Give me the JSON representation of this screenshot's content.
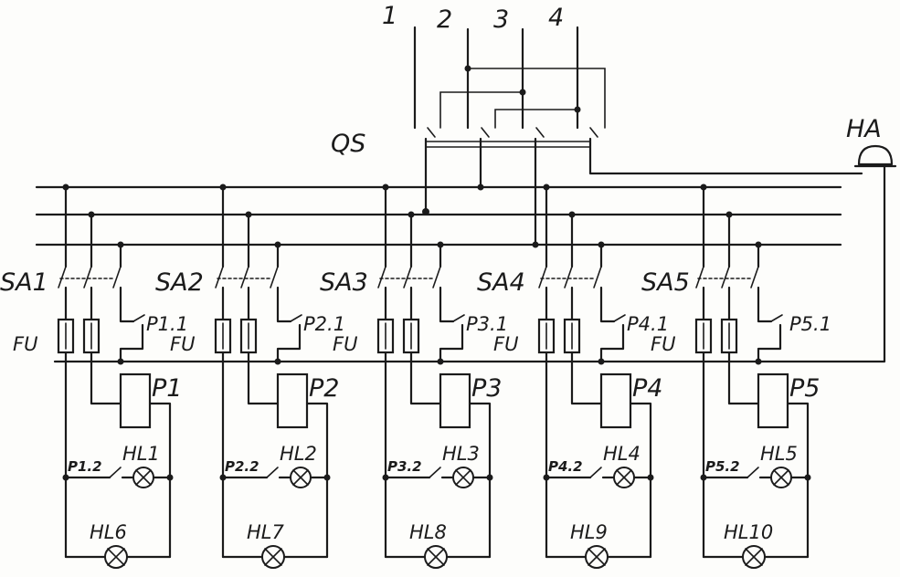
{
  "phase_labels": [
    "1",
    "2",
    "3",
    "4"
  ],
  "switch_label": "QS",
  "alarm_label": "HA",
  "fuse_label": "FU",
  "circuits": [
    {
      "breaker": "SA1",
      "contact": "P1.1",
      "relay": "P1",
      "aux": "P1.2",
      "lamp": "HL1",
      "lamp2": "HL6"
    },
    {
      "breaker": "SA2",
      "contact": "P2.1",
      "relay": "P2",
      "aux": "P2.2",
      "lamp": "HL2",
      "lamp2": "HL7"
    },
    {
      "breaker": "SA3",
      "contact": "P3.1",
      "relay": "P3",
      "aux": "P3.2",
      "lamp": "HL3",
      "lamp2": "HL8"
    },
    {
      "breaker": "SA4",
      "contact": "P4.1",
      "relay": "P4",
      "aux": "P4.2",
      "lamp": "HL4",
      "lamp2": "HL9"
    },
    {
      "breaker": "SA5",
      "contact": "P5.1",
      "relay": "P5",
      "aux": "P5.2",
      "lamp": "HL5",
      "lamp2": "HL10"
    }
  ]
}
